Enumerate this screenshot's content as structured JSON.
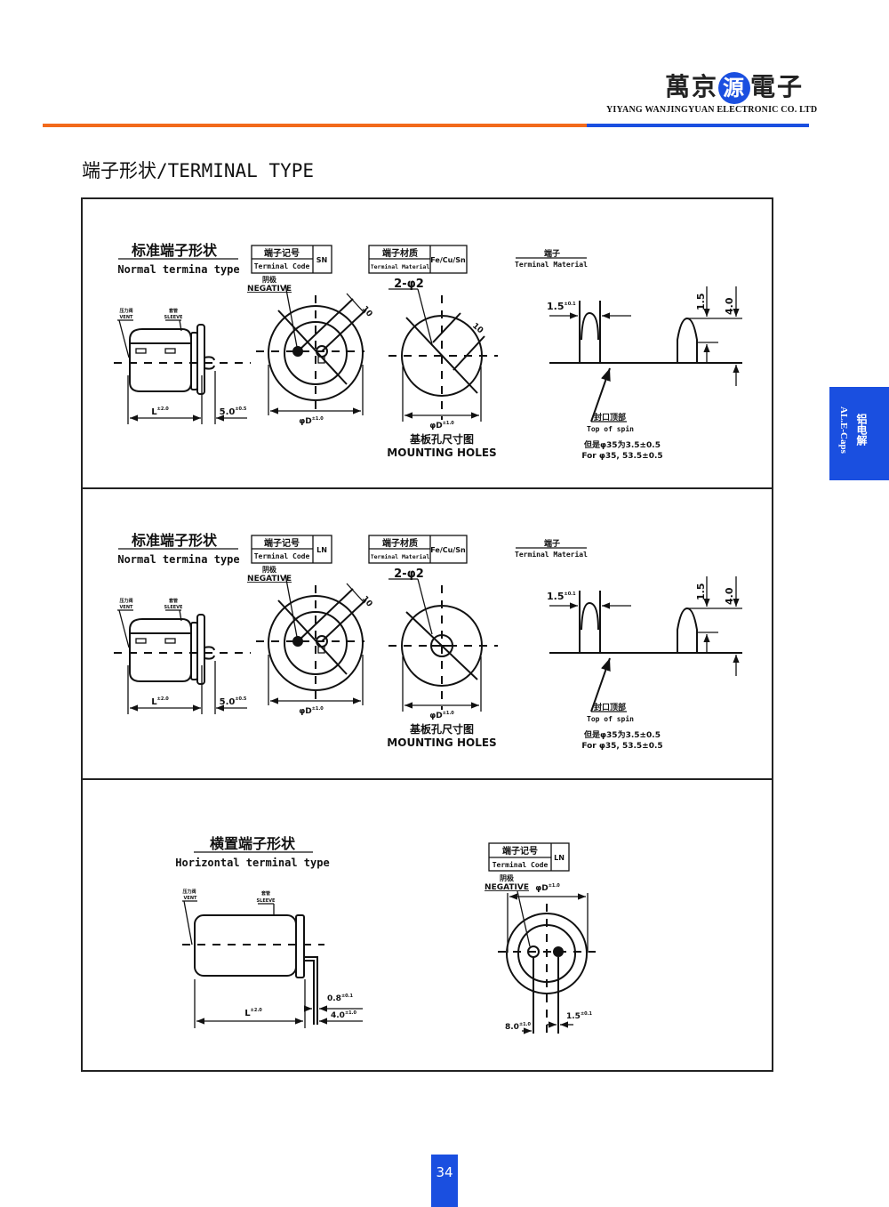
{
  "header": {
    "logo_chars": [
      "萬京",
      "源",
      "電子"
    ],
    "company": "YIYANG WANJINGYUAN ELECTRONIC CO. LTD"
  },
  "page_title": "端子形状/TERMINAL TYPE",
  "side_tab": {
    "cn": "铝电解",
    "en": "AL.E-Caps"
  },
  "page_number": "34",
  "colors": {
    "brand_blue": "#1a4fe0",
    "accent_orange": "#f26a1b"
  },
  "panels": [
    {
      "title_cn": "标准端子形状",
      "title_en": "Normal termina type",
      "vent_cn": "压力阀",
      "vent_en": "VENT",
      "sleeve_cn": "套管",
      "sleeve_en": "SLEEVE",
      "code_cn": "端子记号",
      "code_en": "Terminal Code",
      "code": "SN",
      "neg_cn": "阴极",
      "neg_en": "NEGATIVE",
      "mat_cn": "端子材质",
      "mat_en": "Terminal Material",
      "material": "Fe/Cu/Sn",
      "holes": "2-φ2",
      "dim_10": "10",
      "dim_10_holes": "10",
      "dim_L": "L",
      "dim_L_tol": "±2.0",
      "dim_5": "5.0",
      "dim_5_tol": "±0.5",
      "dim_D": "φD",
      "dim_D_tol": "±1.0",
      "mount_cn": "基板孔尺寸图",
      "mount_en": "MOUNTING HOLES",
      "term_cn": "端子",
      "term_en": "Terminal Material",
      "dim_15": "1.5",
      "dim_15_tol": "±0.1",
      "dim_15v": "1.5",
      "dim_40v": "4.0",
      "spin_cn": "封口顶部",
      "spin_en": "Top of spin",
      "note_cn": "但是φ35为3.5±0.5",
      "note_en": "For φ35, 53.5±0.5",
      "variant": "slotted"
    },
    {
      "title_cn": "标准端子形状",
      "title_en": "Normal termina type",
      "vent_cn": "压力阀",
      "vent_en": "VENT",
      "sleeve_cn": "套管",
      "sleeve_en": "SLEEVE",
      "code_cn": "端子记号",
      "code_en": "Terminal Code",
      "code": "LN",
      "neg_cn": "阴极",
      "neg_en": "NEGATIVE",
      "mat_cn": "端子材质",
      "mat_en": "Terminal Material",
      "material": "Fe/Cu/Sn",
      "holes": "2-φ2",
      "dim_10": "10",
      "dim_L": "L",
      "dim_L_tol": "±2.0",
      "dim_5": "5.0",
      "dim_5_tol": "±0.5",
      "dim_D": "φD",
      "dim_D_tol": "±1.0",
      "mount_cn": "基板孔尺寸图",
      "mount_en": "MOUNTING HOLES",
      "term_cn": "端子",
      "term_en": "Terminal Material",
      "dim_15": "1.5",
      "dim_15_tol": "±0.1",
      "dim_15v": "1.5",
      "dim_40v": "4.0",
      "spin_cn": "封口顶部",
      "spin_en": "Top of spin",
      "note_cn": "但是φ35为3.5±0.5",
      "note_en": "For φ35, 53.5±0.5",
      "variant": "center"
    }
  ],
  "horizontal": {
    "title_cn": "横置端子形状",
    "title_en": "Horizontal terminal type",
    "vent_cn": "压力阀",
    "vent_en": "VENT",
    "sleeve_cn": "套管",
    "sleeve_en": "SLEEVE",
    "dim_L": "L",
    "dim_L_tol": "±2.0",
    "dim_08": "0.8",
    "dim_08_tol": "±0.1",
    "dim_40": "4.0",
    "dim_40_tol": "±1.0",
    "code_cn": "端子记号",
    "code_en": "Terminal Code",
    "code": "LN",
    "neg_cn": "阴极",
    "neg_en": "NEGATIVE",
    "dim_D": "φD",
    "dim_D_tol": "±1.0",
    "dim_80": "8.0",
    "dim_80_tol": "±1.0",
    "dim_15": "1.5",
    "dim_15_tol": "±0.1"
  }
}
